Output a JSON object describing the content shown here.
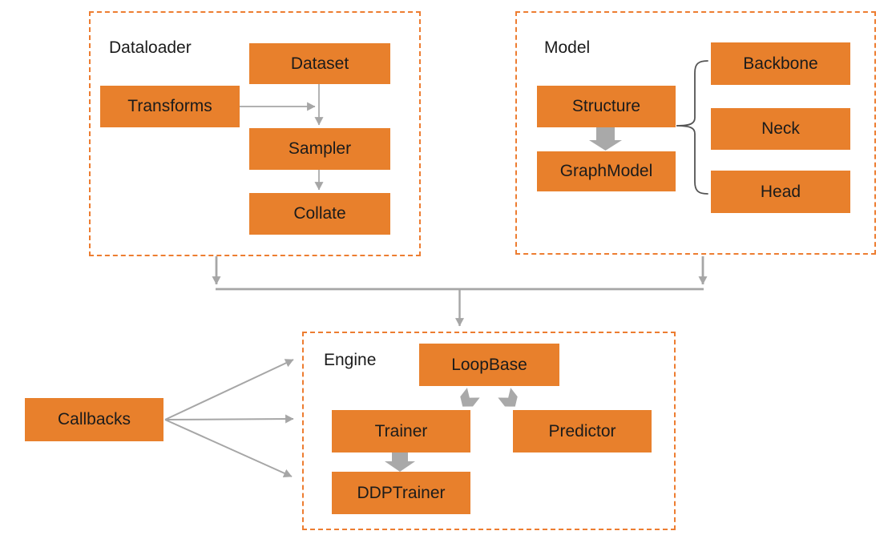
{
  "colors": {
    "node_fill": "#E8802C",
    "group_border": "#ED7D31",
    "connector": "#A6A6A6",
    "block_arrow": "#A9A9A9",
    "brace": "#545454",
    "text": "#1B1B1B",
    "background": "#FFFFFF"
  },
  "groups": [
    {
      "id": "dataloader",
      "label": "Dataloader"
    },
    {
      "id": "model",
      "label": "Model"
    },
    {
      "id": "engine",
      "label": "Engine"
    }
  ],
  "nodes": {
    "dataset": "Dataset",
    "transforms": "Transforms",
    "sampler": "Sampler",
    "collate": "Collate",
    "structure": "Structure",
    "graphmodel": "GraphModel",
    "backbone": "Backbone",
    "neck": "Neck",
    "head": "Head",
    "loopbase": "LoopBase",
    "trainer": "Trainer",
    "predictor": "Predictor",
    "ddptrainer": "DDPTrainer",
    "callbacks": "Callbacks"
  },
  "edges": [
    {
      "from": "Dataset",
      "to": "Sampler",
      "style": "thin-arrow"
    },
    {
      "from": "Transforms",
      "to": "Dataset-Sampler flow",
      "style": "thin-arrow"
    },
    {
      "from": "Sampler",
      "to": "Collate",
      "style": "thin-arrow"
    },
    {
      "from": "Structure",
      "to": "GraphModel",
      "style": "block-arrow"
    },
    {
      "from": "Structure",
      "to": "Backbone, Neck, Head",
      "style": "brace"
    },
    {
      "from": "Dataloader",
      "to": "Engine",
      "style": "thin-arrow"
    },
    {
      "from": "Model",
      "to": "Engine",
      "style": "thin-arrow"
    },
    {
      "from": "LoopBase",
      "to": "Trainer",
      "style": "chevron-arrow"
    },
    {
      "from": "LoopBase",
      "to": "Predictor",
      "style": "chevron-arrow"
    },
    {
      "from": "Trainer",
      "to": "DDPTrainer",
      "style": "block-arrow"
    },
    {
      "from": "Callbacks",
      "to": "Engine (top)",
      "style": "thin-arrow"
    },
    {
      "from": "Callbacks",
      "to": "Engine (middle)",
      "style": "thin-arrow"
    },
    {
      "from": "Callbacks",
      "to": "Engine (bottom)",
      "style": "thin-arrow"
    }
  ]
}
